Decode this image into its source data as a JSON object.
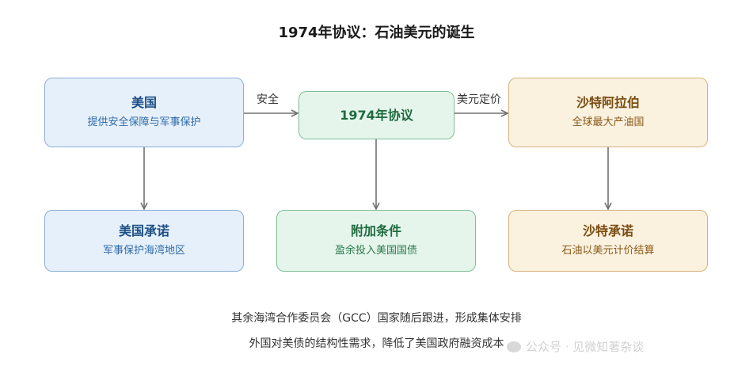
{
  "title": "1974年协议：石油美元的诞生",
  "nodes": {
    "us": {
      "main": "美国",
      "sub": "提供安全保障与军事保护"
    },
    "agreement": {
      "main": "1974年协议",
      "sub": ""
    },
    "saudi": {
      "main": "沙特阿拉伯",
      "sub": "全球最大产油国"
    },
    "us_commit": {
      "main": "美国承诺",
      "sub": "军事保护海湾地区"
    },
    "extra": {
      "main": "附加条件",
      "sub": "盈余投入美国国债"
    },
    "saudi_commit": {
      "main": "沙特承诺",
      "sub": "石油以美元计价结算"
    }
  },
  "edges": {
    "security": "安全",
    "pricing": "美元定价"
  },
  "footnotes": [
    "其余海湾合作委员会（GCC）国家随后跟进，形成集体安排",
    "外国对美债的结构性需求，降低了美国政府融资成本"
  ],
  "watermark": "公众号 · 见微知著杂谈",
  "colors": {
    "blue_fill": "#e6f0fb",
    "green_fill": "#e5f5ec",
    "orange_fill": "#fbf1df",
    "arrow": "#707070"
  }
}
